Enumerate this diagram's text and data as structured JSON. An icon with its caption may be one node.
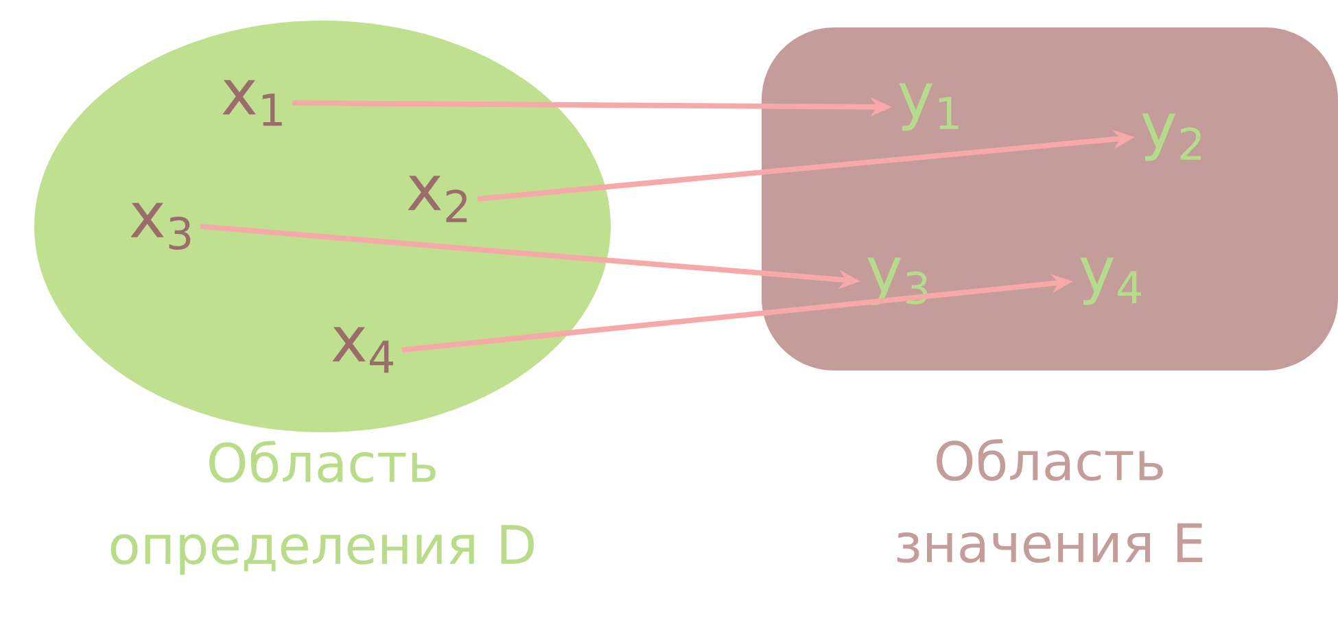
{
  "diagram": {
    "nodes": [
      {
        "text": [
          "Область определения D"
        ]
      },
      {
        "text": [
          "Область значения E"
        ]
      },
      {
        "text": [
          "x$_{1}$"
        ],
        "in": 0
      },
      {
        "text": [
          "x$_{2}$"
        ],
        "in": 0
      },
      {
        "text": [
          "x$_{3}$"
        ],
        "in": 0
      },
      {
        "text": [
          "x$_{4}$"
        ],
        "in": 0
      },
      {
        "text": [
          "y$_{1}$"
        ],
        "in": 1
      },
      {
        "text": [
          "y$_{2}$"
        ],
        "in": 1
      },
      {
        "text": [
          "y$_{3}$"
        ],
        "in": 1
      },
      {
        "text": [
          "y$_{4}$"
        ],
        "in": 1
      }
    ],
    "edges": [
      {
        "from": 2,
        "to": 6,
        "arrow": "to"
      },
      {
        "from": 3,
        "to": 7,
        "arrow": "to"
      },
      {
        "from": 4,
        "to": 8,
        "arrow": "to"
      },
      {
        "from": 5,
        "to": 9,
        "arrow": "to"
      }
    ]
  }
}
